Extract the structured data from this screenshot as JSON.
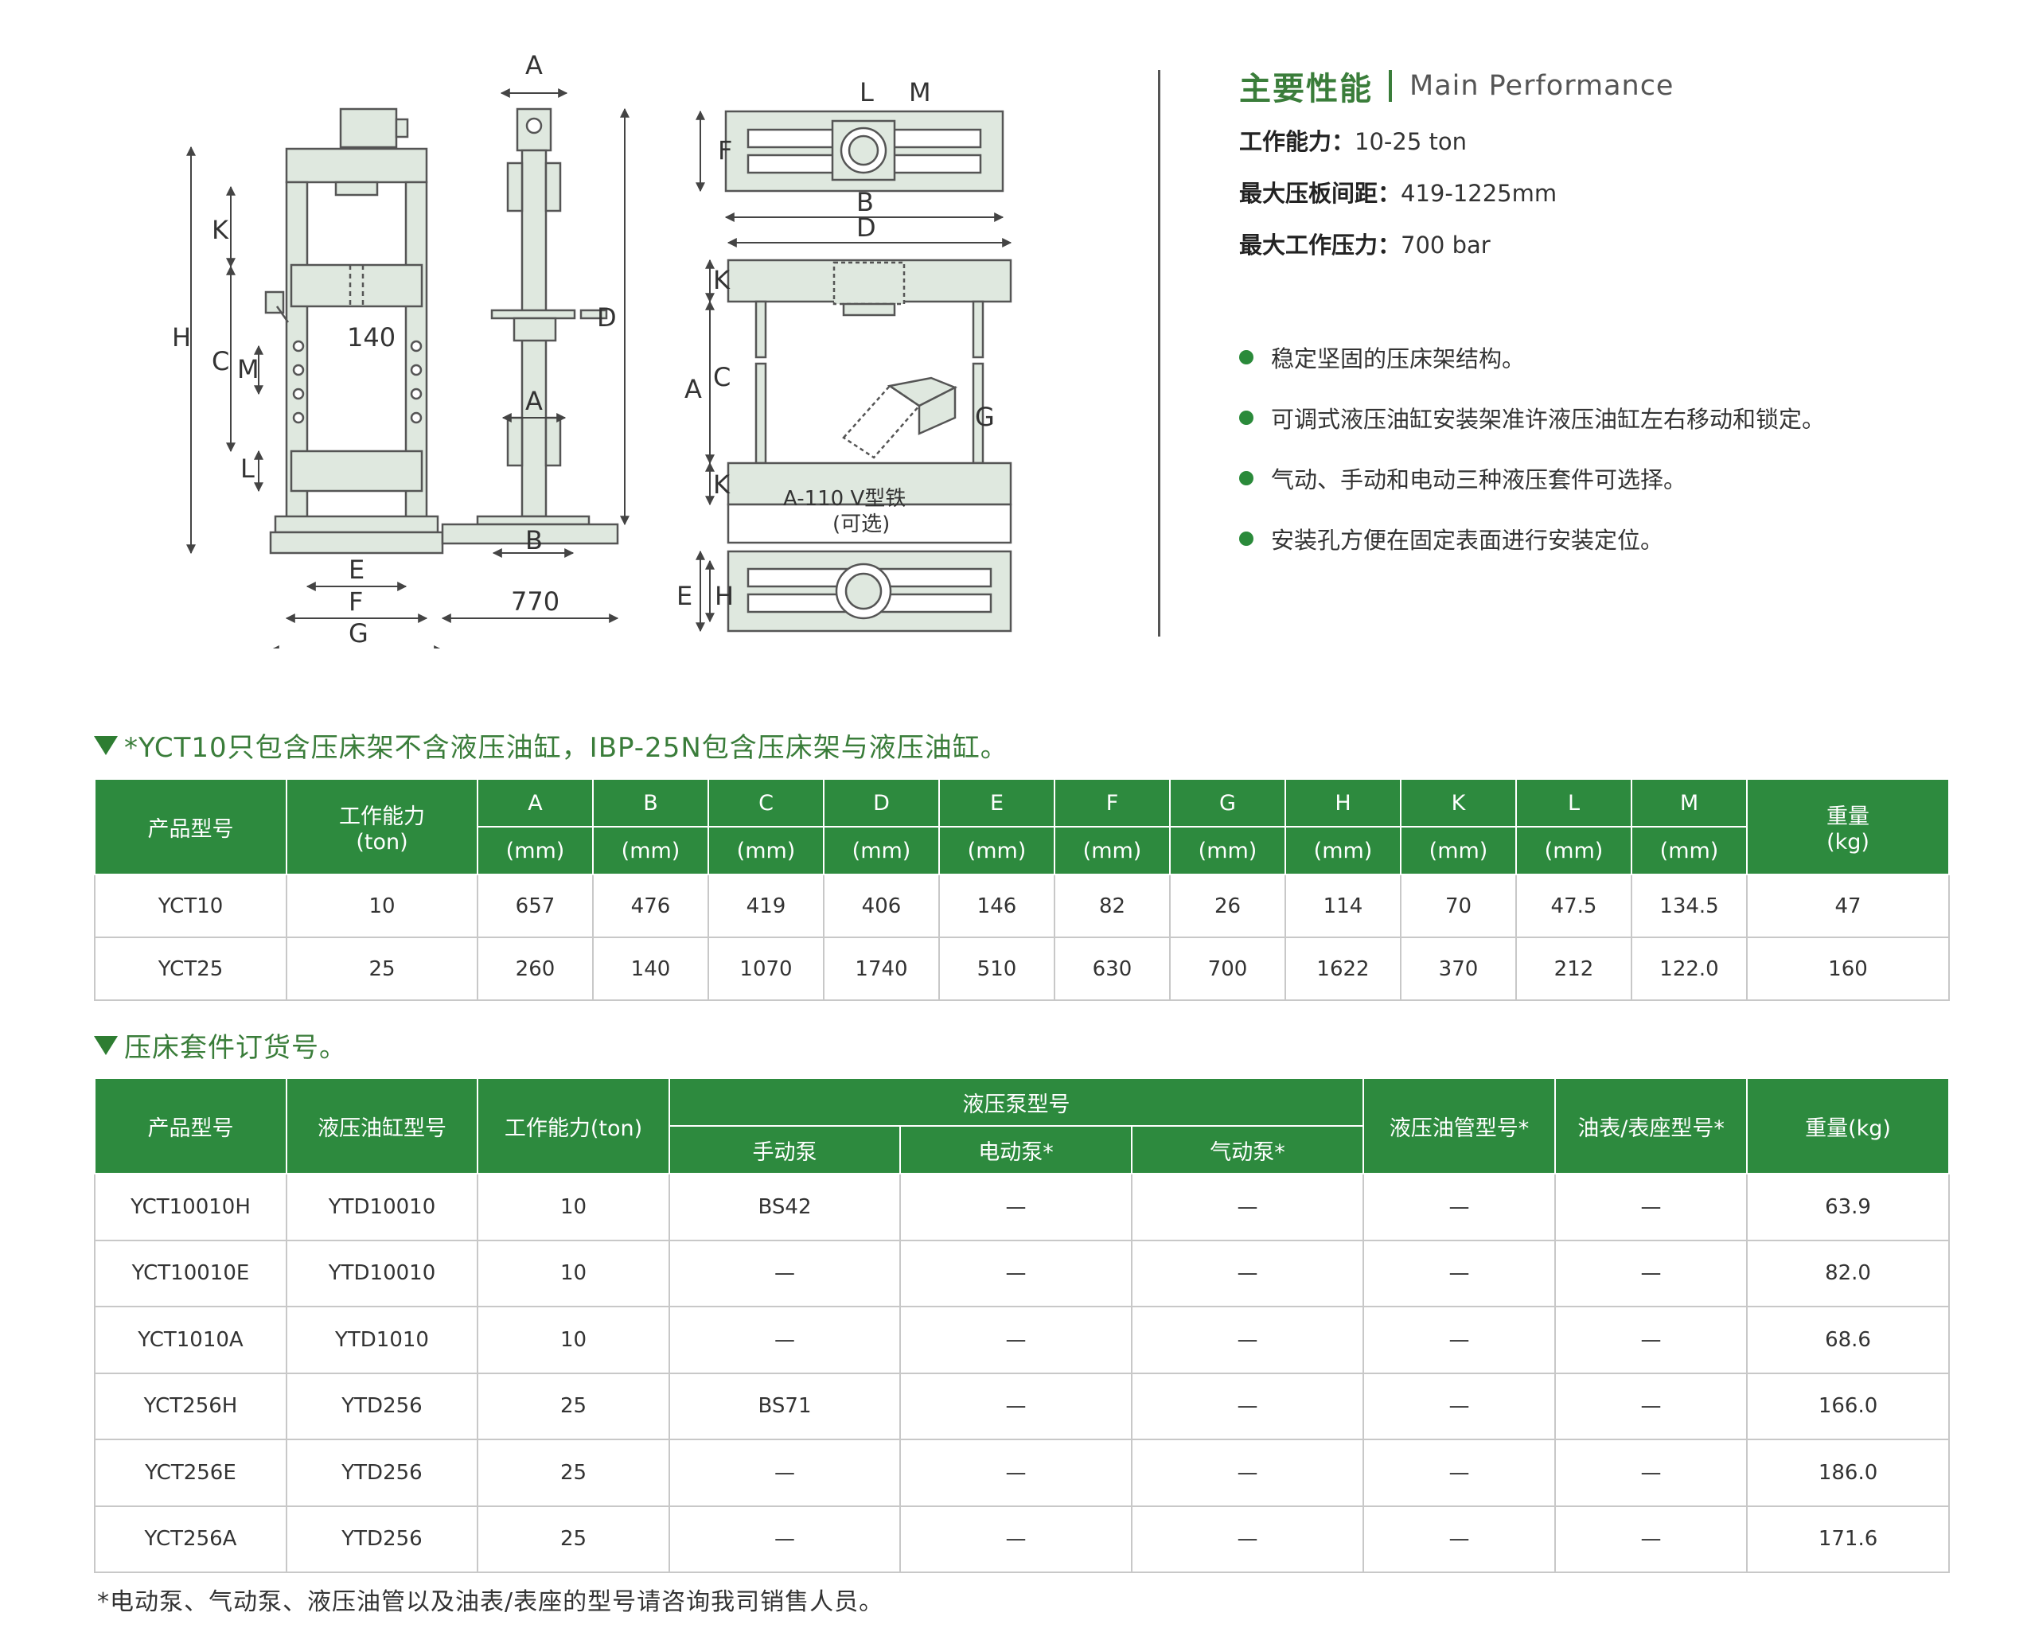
{
  "drawing": {
    "front_labels": [
      "K",
      "H",
      "C",
      "M",
      "L",
      "E",
      "F",
      "G",
      "140"
    ],
    "side_labels": [
      "A",
      "D",
      "A",
      "B",
      "770"
    ],
    "top_labels": [
      "L",
      "M",
      "F",
      "B"
    ],
    "iso_labels": [
      "D",
      "K",
      "C",
      "A",
      "K",
      "G",
      "E",
      "H"
    ],
    "vblock_label": "A-110 V型铁",
    "vblock_optional": "(可选)"
  },
  "performance": {
    "title_cn": "主要性能",
    "title_en": "Main Performance",
    "specs": [
      {
        "label": "工作能力：",
        "value": "10-25 ton"
      },
      {
        "label": "最大压板间距：",
        "value": "419-1225mm"
      },
      {
        "label": "最大工作压力：",
        "value": "700 bar"
      }
    ],
    "features": [
      "稳定坚固的压床架结构。",
      "可调式液压油缸安装架准许液压油缸左右移动和锁定。",
      "气动、手动和电动三种液压套件可选择。",
      "安装孔方便在固定表面进行安装定位。"
    ]
  },
  "table1": {
    "heading": "*YCT10只包含压床架不含液压油缸，IBP-25N包含压床架与液压油缸。",
    "col_model": "产品型号",
    "col_capacity": "工作能力",
    "col_capacity_unit": "(ton)",
    "dims": [
      "A",
      "B",
      "C",
      "D",
      "E",
      "F",
      "G",
      "H",
      "K",
      "L",
      "M"
    ],
    "dim_unit": "(mm)",
    "col_weight": "重量",
    "col_weight_unit": "(kg)",
    "rows": [
      [
        "YCT10",
        "10",
        "657",
        "476",
        "419",
        "406",
        "146",
        "82",
        "26",
        "114",
        "70",
        "47.5",
        "134.5",
        "47"
      ],
      [
        "YCT25",
        "25",
        "260",
        "140",
        "1070",
        "1740",
        "510",
        "630",
        "700",
        "1622",
        "370",
        "212",
        "122.0",
        "160"
      ]
    ]
  },
  "table2": {
    "heading": "压床套件订货号。",
    "col_model": "产品型号",
    "col_cylinder": "液压油缸型号",
    "col_capacity": "工作能力(ton)",
    "col_pump": "液压泵型号",
    "col_hand": "手动泵",
    "col_electric": "电动泵*",
    "col_air": "气动泵*",
    "col_hose": "液压油管型号*",
    "col_gauge": "油表/表座型号*",
    "col_weight": "重量(kg)",
    "rows": [
      [
        "YCT10010H",
        "YTD10010",
        "10",
        "BS42",
        "—",
        "—",
        "—",
        "—",
        "63.9"
      ],
      [
        "YCT10010E",
        "YTD10010",
        "10",
        "—",
        "—",
        "—",
        "—",
        "—",
        "82.0"
      ],
      [
        "YCT1010A",
        "YTD1010",
        "10",
        "—",
        "—",
        "—",
        "—",
        "—",
        "68.6"
      ],
      [
        "YCT256H",
        "YTD256",
        "25",
        "BS71",
        "—",
        "—",
        "—",
        "—",
        "166.0"
      ],
      [
        "YCT256E",
        "YTD256",
        "25",
        "—",
        "—",
        "—",
        "—",
        "—",
        "186.0"
      ],
      [
        "YCT256A",
        "YTD256",
        "25",
        "—",
        "—",
        "—",
        "—",
        "—",
        "171.6"
      ]
    ]
  },
  "footnote": "*电动泵、气动泵、液压油管以及油表/表座的型号请咨询我司销售人员。",
  "colors": {
    "brand_green": "#2d8a3e",
    "title_green": "#3a7d3a",
    "frame_fill": "#dfe8df",
    "line": "#555555"
  }
}
